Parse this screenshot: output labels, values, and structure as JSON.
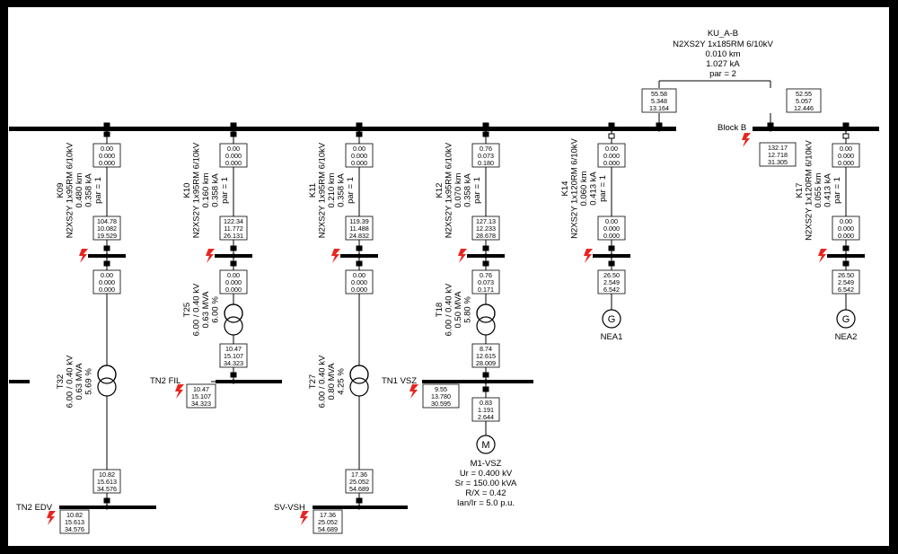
{
  "cable_top": {
    "name": "KU_A-B",
    "type": "N2XS2Y 1x185RM 6/10kV",
    "length": "0.010 km",
    "current": "1.027 kA",
    "par": "par = 2"
  },
  "busbars": {
    "block_b": "Block B",
    "tn2_fil": "TN2 FIL",
    "tn1_vsz": "TN1 VSZ",
    "tn2_edv": "TN2 EDV",
    "sv_vsh": "SV-VSH"
  },
  "cables": [
    {
      "name": "K09",
      "type": "N2XS2Y 1x95RM 6/10kV",
      "length": "0.480 km",
      "current": "0.358 kA",
      "par": "par = 1"
    },
    {
      "name": "K10",
      "type": "N2XS2Y 1x95RM 6/10kV",
      "length": "0.160 km",
      "current": "0.358 kA",
      "par": "par = 1"
    },
    {
      "name": "K11",
      "type": "N2XS2Y 1x95RM 6/10kV",
      "length": "0.210 km",
      "current": "0.358 kA",
      "par": "par = 1"
    },
    {
      "name": "K12",
      "type": "N2XS2Y 1x95RM 6/10kV",
      "length": "0.070 km",
      "current": "0.358 kA",
      "par": "par = 1"
    },
    {
      "name": "K14",
      "type": "N2XS2Y 1x120RM 6/10kV",
      "length": "0.060 km",
      "current": "0.413 kA",
      "par": "par = 1"
    },
    {
      "name": "K17",
      "type": "N2XS2Y 1x120RM 6/10kV",
      "length": "0.055 km",
      "current": "0.413 kA",
      "par": "par = 1"
    }
  ],
  "transformers": [
    {
      "name": "T32",
      "ratio": "6.00 / 0.40 kV",
      "power": "0.63 MVA",
      "uk": "5.69 %"
    },
    {
      "name": "T25",
      "ratio": "6.00 / 0.40 kV",
      "power": "0.63 MVA",
      "uk": "6.00 %"
    },
    {
      "name": "T27",
      "ratio": "6.00 / 0.40 kV",
      "power": "0.80 MVA",
      "uk": "4.25 %"
    },
    {
      "name": "T18",
      "ratio": "6.00 / 0.40 kV",
      "power": "0.50 MVA",
      "uk": "5.80 %"
    }
  ],
  "generators": [
    {
      "name": "NEA1",
      "symbol": "G"
    },
    {
      "name": "NEA2",
      "symbol": "G"
    }
  ],
  "motor": {
    "name": "M1-VSZ",
    "symbol": "M",
    "ur": "Ur = 0.400 kV",
    "sr": "Sr = 150.00 kVA",
    "rx": "R/X = 0.42",
    "ian": "Ian/Ir = 5.0 p.u."
  },
  "result_boxes": [
    {
      "id": "ku_left",
      "v": [
        "55.58",
        "5.348",
        "13.164"
      ]
    },
    {
      "id": "ku_right",
      "v": [
        "52.55",
        "5.057",
        "12.446"
      ]
    },
    {
      "id": "block_b",
      "v": [
        "132.17",
        "12.718",
        "31.305"
      ]
    },
    {
      "id": "k09_top",
      "v": [
        "0.00",
        "0.000",
        "0.000"
      ]
    },
    {
      "id": "k10_top",
      "v": [
        "0.00",
        "0.000",
        "0.000"
      ]
    },
    {
      "id": "k11_top",
      "v": [
        "0.00",
        "0.000",
        "0.000"
      ]
    },
    {
      "id": "k12_top",
      "v": [
        "0.76",
        "0.073",
        "0.180"
      ]
    },
    {
      "id": "k14_top",
      "v": [
        "0.00",
        "0.000",
        "0.000"
      ]
    },
    {
      "id": "k17_top",
      "v": [
        "0.00",
        "0.000",
        "0.000"
      ]
    },
    {
      "id": "k09_bot",
      "v": [
        "104.78",
        "10.082",
        "19.529"
      ]
    },
    {
      "id": "k10_bot",
      "v": [
        "122.34",
        "11.772",
        "26.131"
      ]
    },
    {
      "id": "k11_bot",
      "v": [
        "119.39",
        "11.488",
        "24.832"
      ]
    },
    {
      "id": "k12_bot",
      "v": [
        "127.13",
        "12.233",
        "28.678"
      ]
    },
    {
      "id": "k14_bot",
      "v": [
        "0.00",
        "0.000",
        "0.000"
      ]
    },
    {
      "id": "k17_bot",
      "v": [
        "0.00",
        "0.000",
        "0.000"
      ]
    },
    {
      "id": "t32_hv",
      "v": [
        "0.00",
        "0.000",
        "0.000"
      ]
    },
    {
      "id": "t25_hv",
      "v": [
        "0.00",
        "0.000",
        "0.000"
      ]
    },
    {
      "id": "t27_hv",
      "v": [
        "0.00",
        "0.000",
        "0.000"
      ]
    },
    {
      "id": "t18_hv",
      "v": [
        "0.76",
        "0.073",
        "0.171"
      ]
    },
    {
      "id": "nea1",
      "v": [
        "26.50",
        "2.549",
        "6.542"
      ]
    },
    {
      "id": "nea2",
      "v": [
        "26.50",
        "2.549",
        "6.542"
      ]
    },
    {
      "id": "t25_lv",
      "v": [
        "10.47",
        "15.107",
        "34.323"
      ]
    },
    {
      "id": "tn2_fil",
      "v": [
        "10.47",
        "15.107",
        "34.323"
      ]
    },
    {
      "id": "t18_lv",
      "v": [
        "8.74",
        "12.615",
        "28.009"
      ]
    },
    {
      "id": "tn1_vsz",
      "v": [
        "9.55",
        "13.780",
        "30.595"
      ]
    },
    {
      "id": "m1_feed",
      "v": [
        "0.83",
        "1.191",
        "2.644"
      ]
    },
    {
      "id": "t32_lv",
      "v": [
        "10.82",
        "15.613",
        "34.576"
      ]
    },
    {
      "id": "tn2_edv",
      "v": [
        "10.82",
        "15.613",
        "34.576"
      ]
    },
    {
      "id": "t27_lv",
      "v": [
        "17.36",
        "25.052",
        "54.689"
      ]
    },
    {
      "id": "sv_vsh",
      "v": [
        "17.36",
        "25.052",
        "54.689"
      ]
    }
  ],
  "colors": {
    "frame": "#000000",
    "background": "#ffffff",
    "line": "#000000",
    "fault_marker": "#e8251f"
  }
}
